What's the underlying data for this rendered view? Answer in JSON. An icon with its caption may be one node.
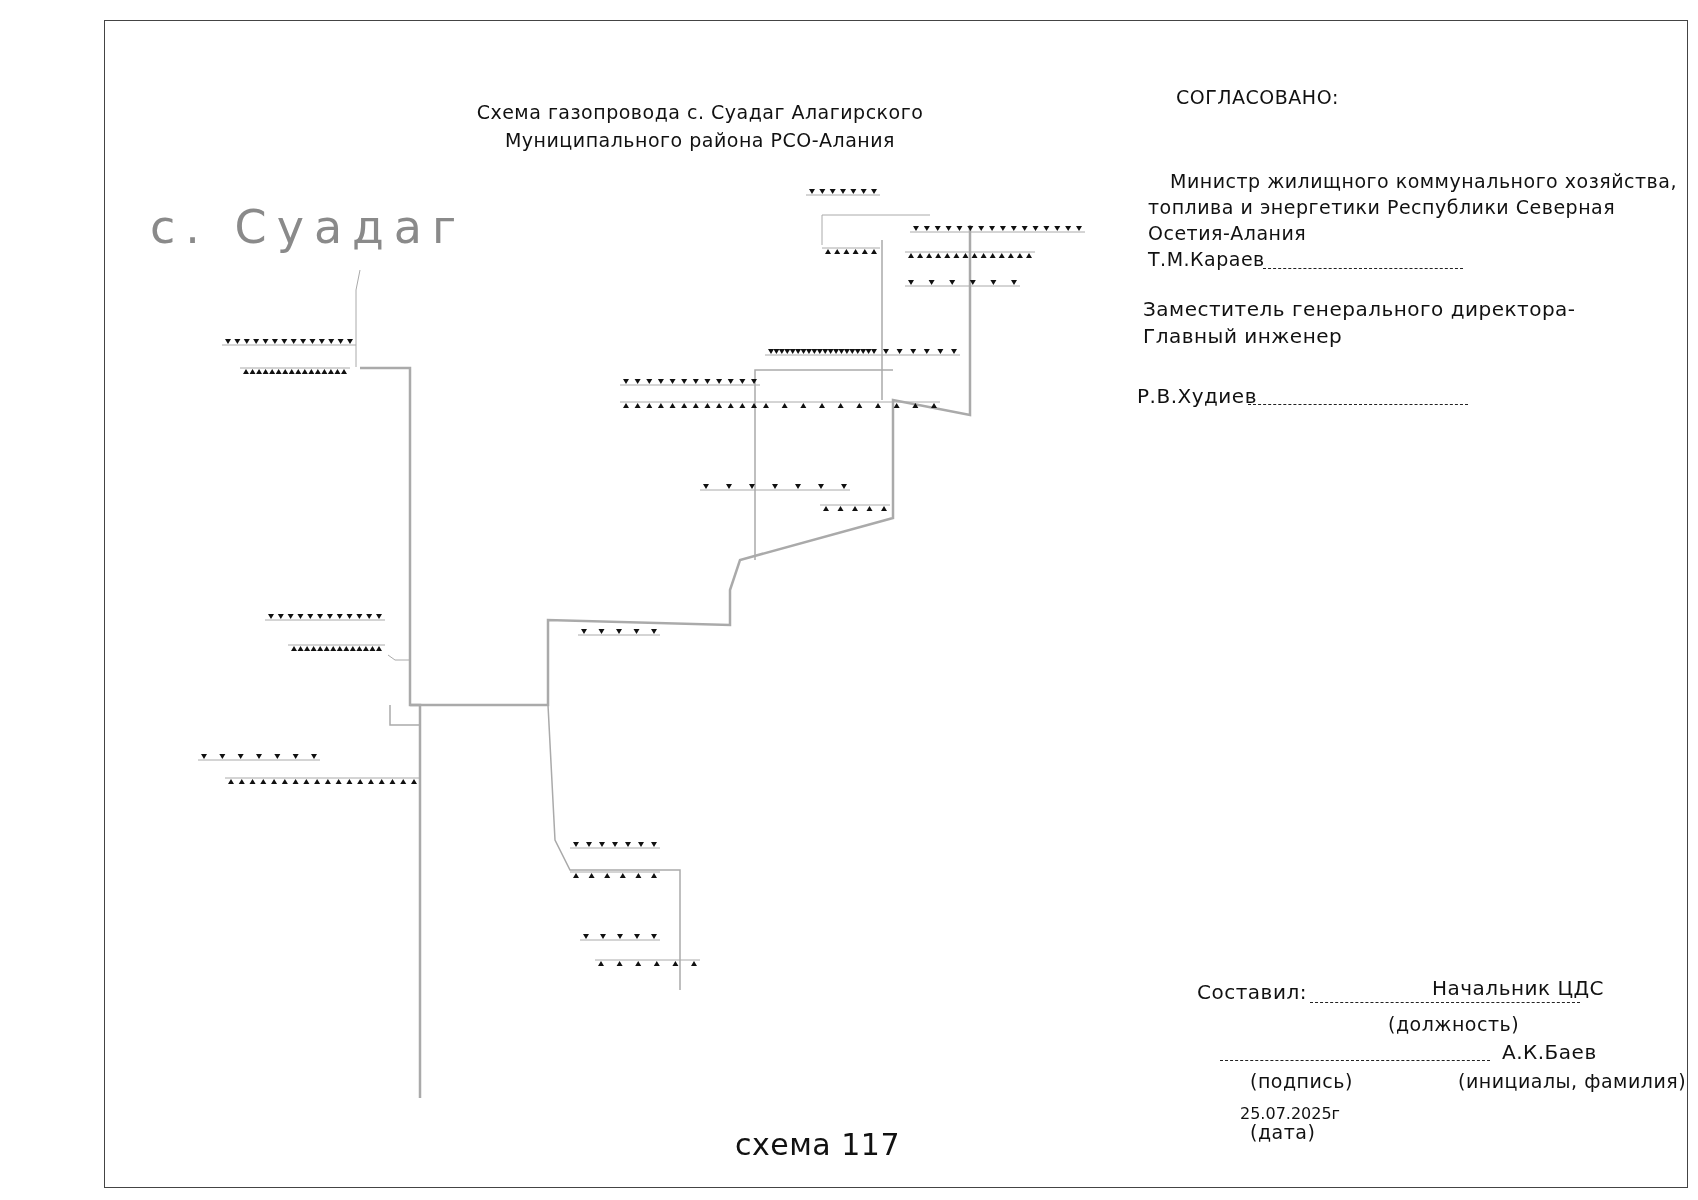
{
  "diagram": {
    "title": "Схема газопровода с. Суадаг Алагирского Муниципального района РСО-Алания",
    "labels": [
      "с. Суадаг",
      "СОГЛАСОВАНО:",
      "Министр жилищного коммунального хозяйства, топлива и энергетики Республики Северная Осетия-Алания",
      "Т.М.Караев",
      "Заместитель генерального директора-Главный инженер",
      "Р.В.Худиев",
      "Составил:",
      "Начальник ЦДС",
      "(должность)",
      "А.К.Баев",
      "(подпись)",
      "(инициалы, фамилия)",
      "25.07.2025г",
      "(дата)",
      "схема 117"
    ]
  }
}
